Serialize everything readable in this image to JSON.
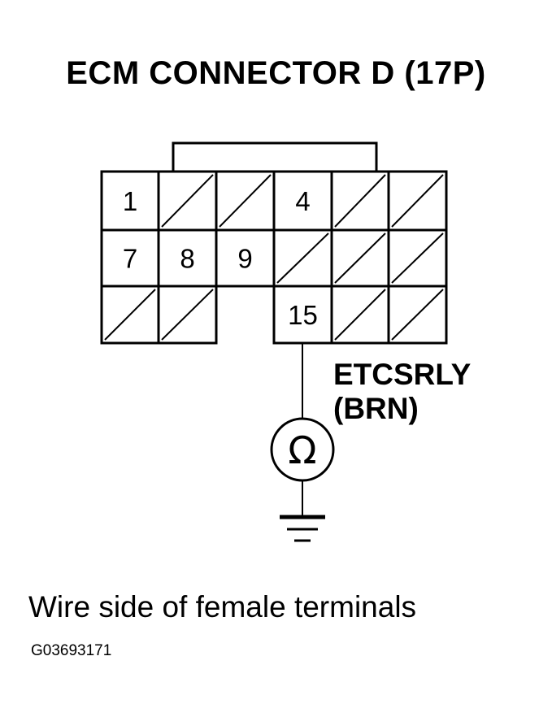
{
  "title": "ECM CONNECTOR D (17P)",
  "connector": {
    "rows": [
      [
        "1",
        "",
        "",
        "4",
        "",
        ""
      ],
      [
        "7",
        "8",
        "9",
        "",
        "",
        ""
      ],
      [
        "",
        "",
        null,
        "15",
        "",
        ""
      ]
    ],
    "unused_pin_style": "diagonal-slash"
  },
  "wire": {
    "terminal": "15",
    "signal": "ETCSRLY",
    "color": "(BRN)"
  },
  "meter": {
    "symbol": "Ω",
    "icon": "ohmmeter-icon",
    "ground_icon": "ground-icon"
  },
  "caption": "Wire side of female terminals",
  "figure_id": "G03693171"
}
